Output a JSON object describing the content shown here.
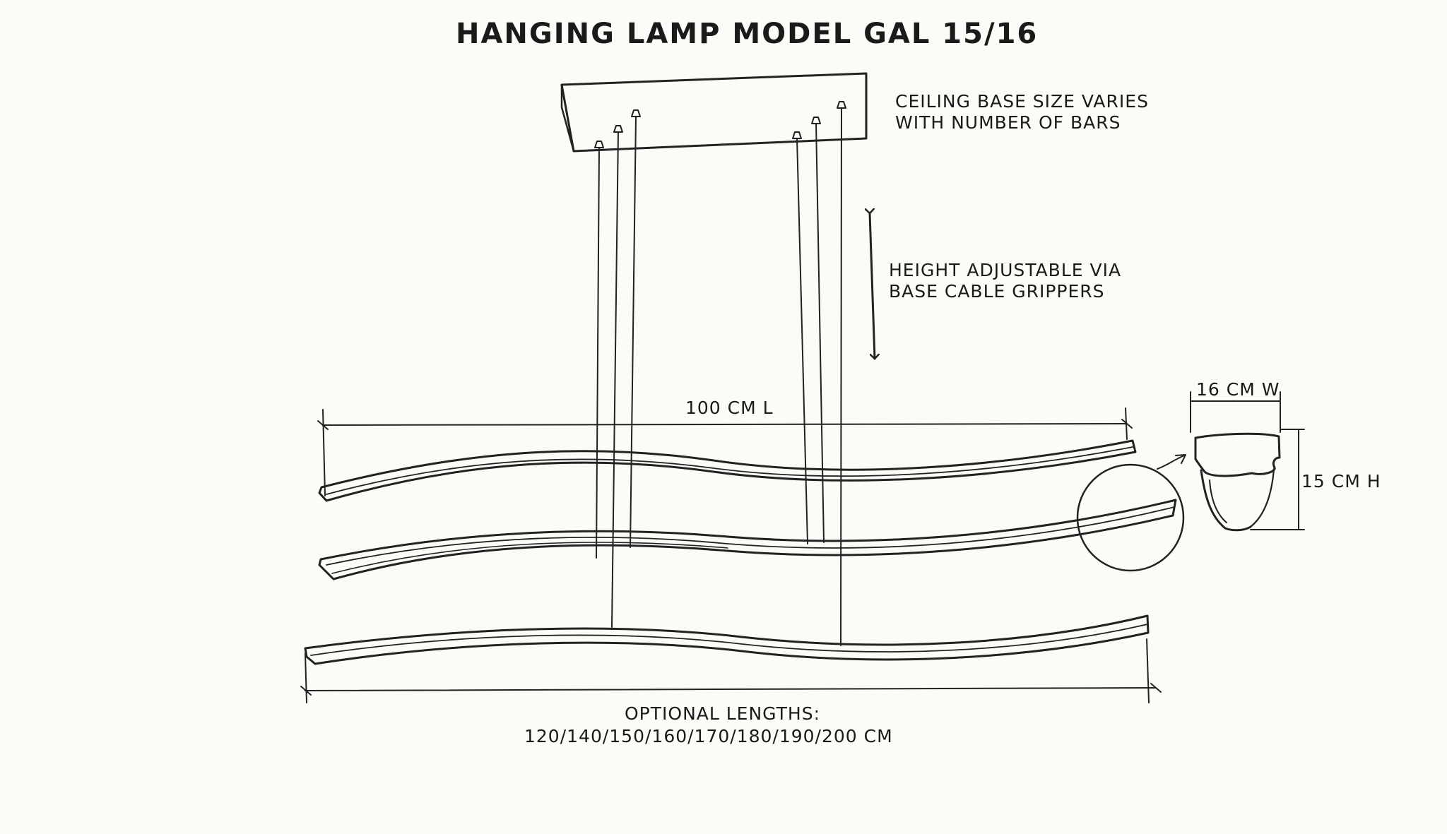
{
  "diagram": {
    "title": "HANGING LAMP MODEL GAL 15/16",
    "notes": {
      "ceiling_base_line1": "CEILING BASE SIZE VARIES",
      "ceiling_base_line2": "WITH NUMBER OF BARS",
      "height_line1": "HEIGHT ADJUSTABLE VIA",
      "height_line2": "BASE CABLE GRIPPERS"
    },
    "dimensions": {
      "top_bar_length": "100 CM L",
      "profile_width": "16 CM W",
      "profile_height": "15 CM H",
      "optional_lengths_line1": "OPTIONAL LENGTHS:",
      "optional_lengths_line2": "120/140/150/160/170/180/190/200 CM"
    }
  }
}
